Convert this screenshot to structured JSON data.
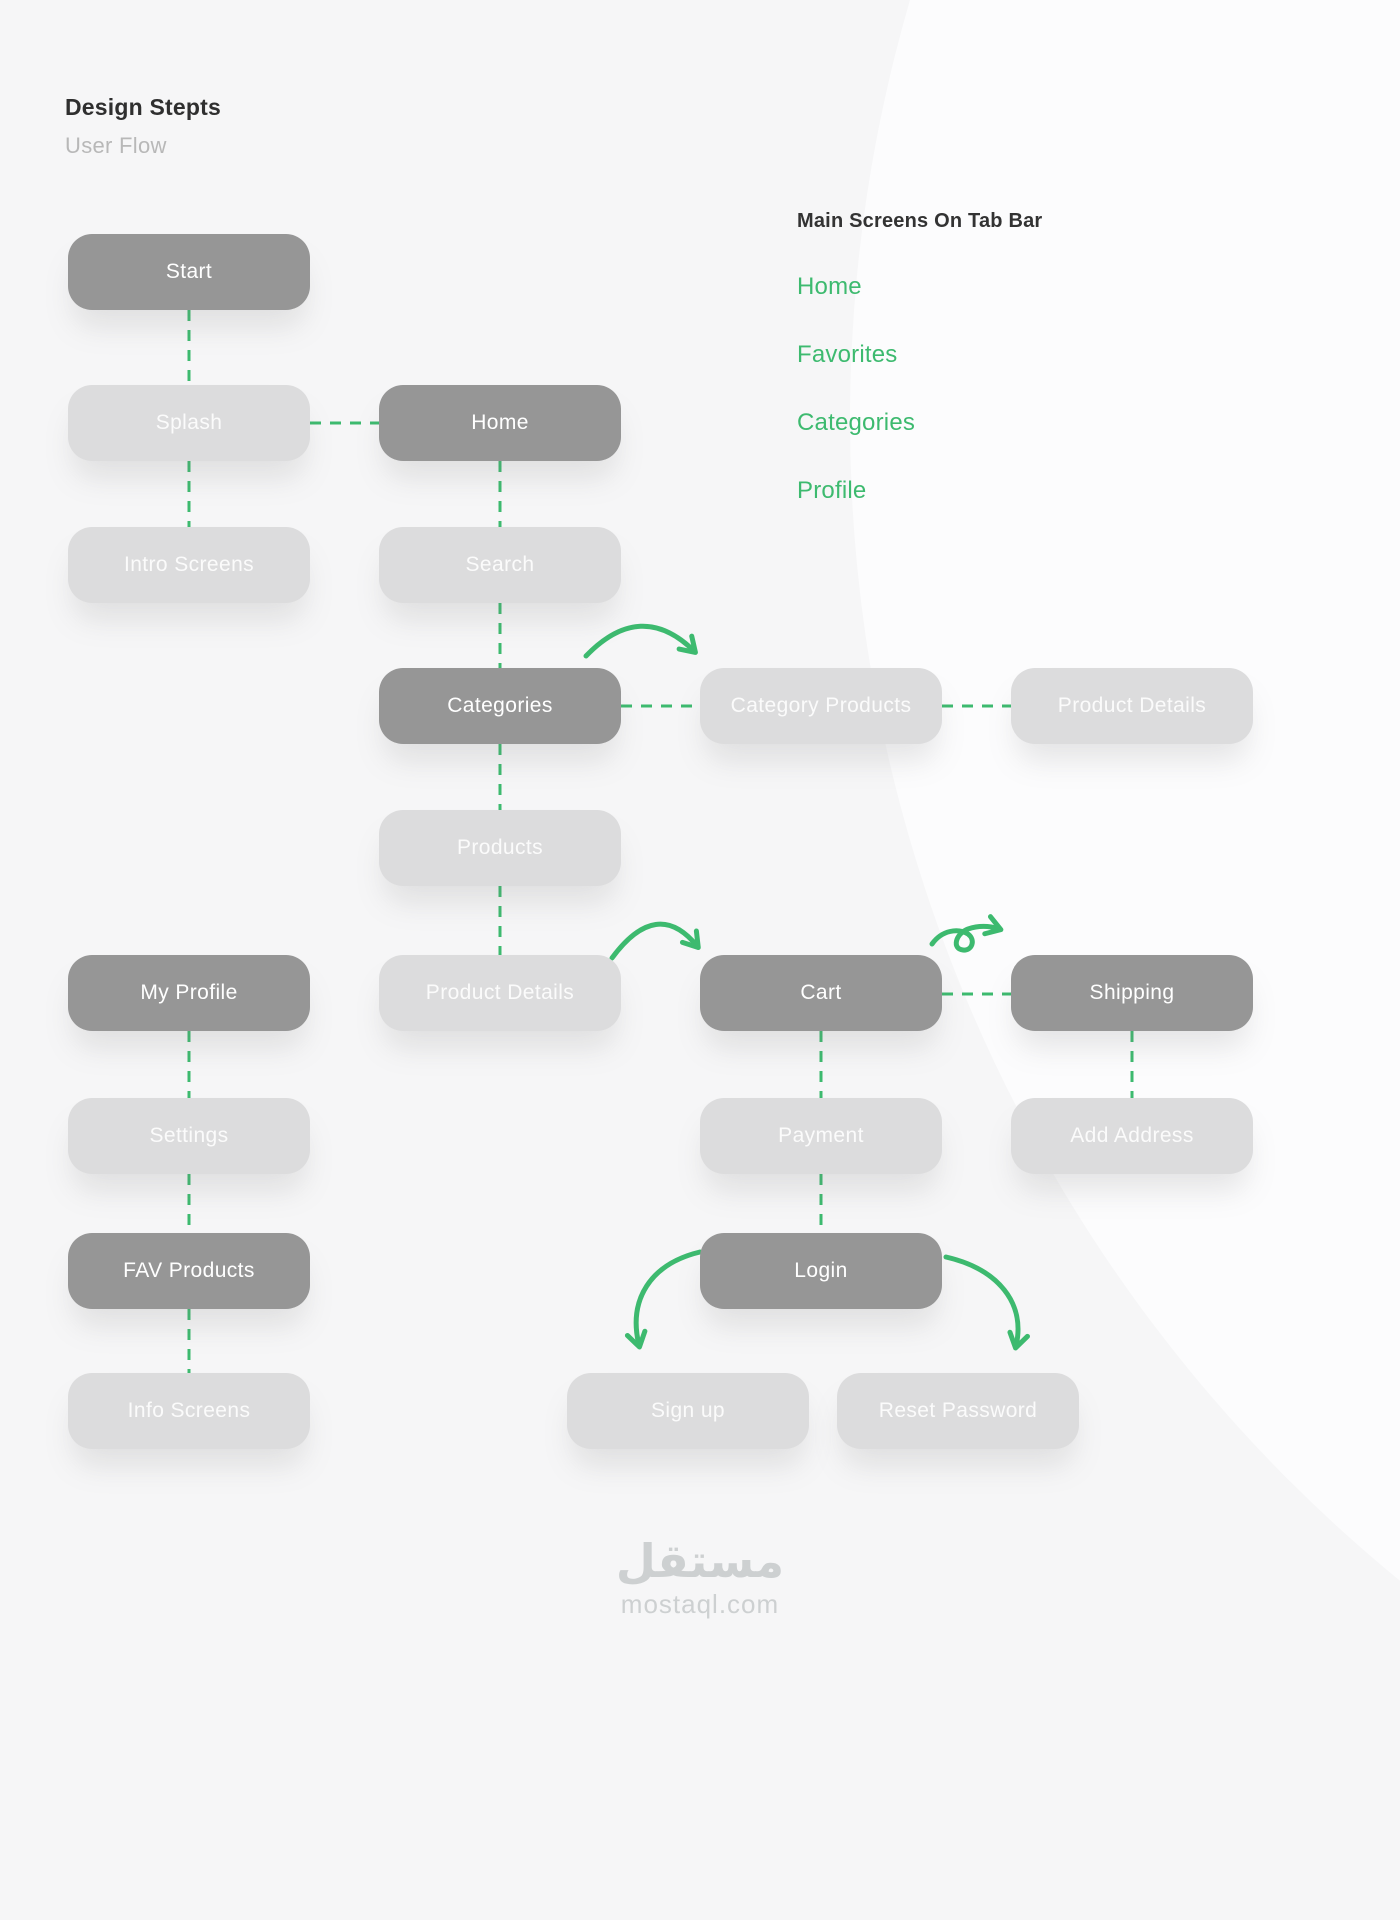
{
  "page": {
    "title": "Design Stepts",
    "subtitle": "User Flow"
  },
  "legend": {
    "title": "Main Screens On Tab Bar",
    "items": [
      "Home",
      "Favorites",
      "Categories",
      "Profile"
    ]
  },
  "nodes": [
    {
      "id": "start",
      "label": "Start",
      "variant": "dark"
    },
    {
      "id": "splash",
      "label": "Splash",
      "variant": "light"
    },
    {
      "id": "home",
      "label": "Home",
      "variant": "dark"
    },
    {
      "id": "intro-screens",
      "label": "Intro Screens",
      "variant": "light"
    },
    {
      "id": "search",
      "label": "Search",
      "variant": "light"
    },
    {
      "id": "categories",
      "label": "Categories",
      "variant": "dark"
    },
    {
      "id": "category-products",
      "label": "Category Products",
      "variant": "light"
    },
    {
      "id": "product-details-1",
      "label": "Product Details",
      "variant": "light"
    },
    {
      "id": "products",
      "label": "Products",
      "variant": "light"
    },
    {
      "id": "my-profile",
      "label": "My Profile",
      "variant": "dark"
    },
    {
      "id": "product-details-2",
      "label": "Product Details",
      "variant": "light"
    },
    {
      "id": "cart",
      "label": "Cart",
      "variant": "dark"
    },
    {
      "id": "shipping",
      "label": "Shipping",
      "variant": "dark"
    },
    {
      "id": "settings",
      "label": "Settings",
      "variant": "light"
    },
    {
      "id": "payment",
      "label": "Payment",
      "variant": "light"
    },
    {
      "id": "add-address",
      "label": "Add Address",
      "variant": "light"
    },
    {
      "id": "fav-products",
      "label": "FAV Products",
      "variant": "dark"
    },
    {
      "id": "login",
      "label": "Login",
      "variant": "dark"
    },
    {
      "id": "info-screens",
      "label": "Info Screens",
      "variant": "light"
    },
    {
      "id": "sign-up",
      "label": "Sign up",
      "variant": "light"
    },
    {
      "id": "reset-password",
      "label": "Reset Password",
      "variant": "light"
    }
  ],
  "edges": [
    {
      "from": "start",
      "to": "splash"
    },
    {
      "from": "splash",
      "to": "home"
    },
    {
      "from": "splash",
      "to": "intro-screens"
    },
    {
      "from": "home",
      "to": "search"
    },
    {
      "from": "search",
      "to": "categories"
    },
    {
      "from": "categories",
      "to": "category-products"
    },
    {
      "from": "category-products",
      "to": "product-details-1"
    },
    {
      "from": "categories",
      "to": "products"
    },
    {
      "from": "products",
      "to": "product-details-2"
    },
    {
      "from": "my-profile",
      "to": "settings"
    },
    {
      "from": "settings",
      "to": "fav-products"
    },
    {
      "from": "fav-products",
      "to": "info-screens"
    },
    {
      "from": "cart",
      "to": "shipping"
    },
    {
      "from": "cart",
      "to": "payment"
    },
    {
      "from": "payment",
      "to": "login"
    },
    {
      "from": "shipping",
      "to": "add-address"
    }
  ],
  "arrows": [
    {
      "from": "categories",
      "to": "category-products"
    },
    {
      "from": "product-details-2",
      "to": "cart"
    },
    {
      "from": "cart",
      "to": "shipping"
    },
    {
      "from": "login",
      "to": "sign-up"
    },
    {
      "from": "login",
      "to": "reset-password"
    }
  ],
  "footer": {
    "logo_arabic": "مستقل",
    "logo_domain": "mostaql.com"
  },
  "colors": {
    "accent_green": "#3dba6f",
    "dark_node": "#969696",
    "light_node": "#dcdcdd",
    "background": "#f6f6f7"
  }
}
